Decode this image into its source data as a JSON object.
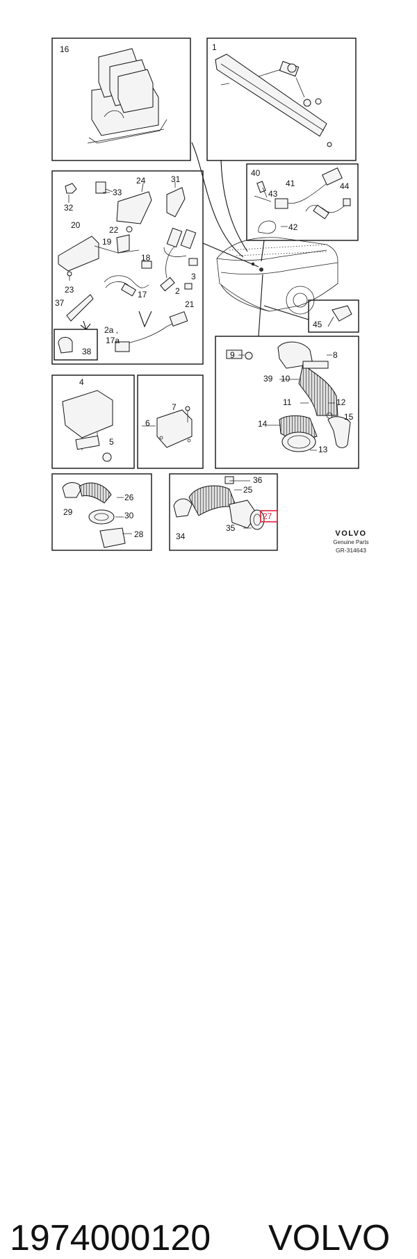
{
  "diagram": {
    "labels": {
      "l1": "1",
      "l2": "2",
      "l2a": "2a ,",
      "l3": "3",
      "l4": "4",
      "l5": "5",
      "l6": "6",
      "l7": "7",
      "l8": "8",
      "l9": "9",
      "l10": "10",
      "l11": "11",
      "l12": "12",
      "l13": "13",
      "l14": "14",
      "l15": "15",
      "l16": "16",
      "l17": "17",
      "l17a": "17a",
      "l18": "18",
      "l19": "19",
      "l20": "20",
      "l21": "21",
      "l22": "22",
      "l23": "23",
      "l24": "24",
      "l25": "25",
      "l26": "26",
      "l27": "27",
      "l28": "28",
      "l29": "29",
      "l30": "30",
      "l31": "31",
      "l32": "32",
      "l33": "33",
      "l34": "34",
      "l35": "35",
      "l36": "36",
      "l37": "37",
      "l38": "38",
      "l39": "39",
      "l40": "40",
      "l41": "41",
      "l42": "42",
      "l43": "43",
      "l44": "44",
      "l45": "45"
    },
    "highlight_color": "#e0203a",
    "brand": {
      "name": "VOLVO",
      "subtitle": "Genuine Parts",
      "ref": "GR-314643"
    }
  },
  "footer": {
    "part_number": "1974000120",
    "brand": "VOLVO"
  }
}
